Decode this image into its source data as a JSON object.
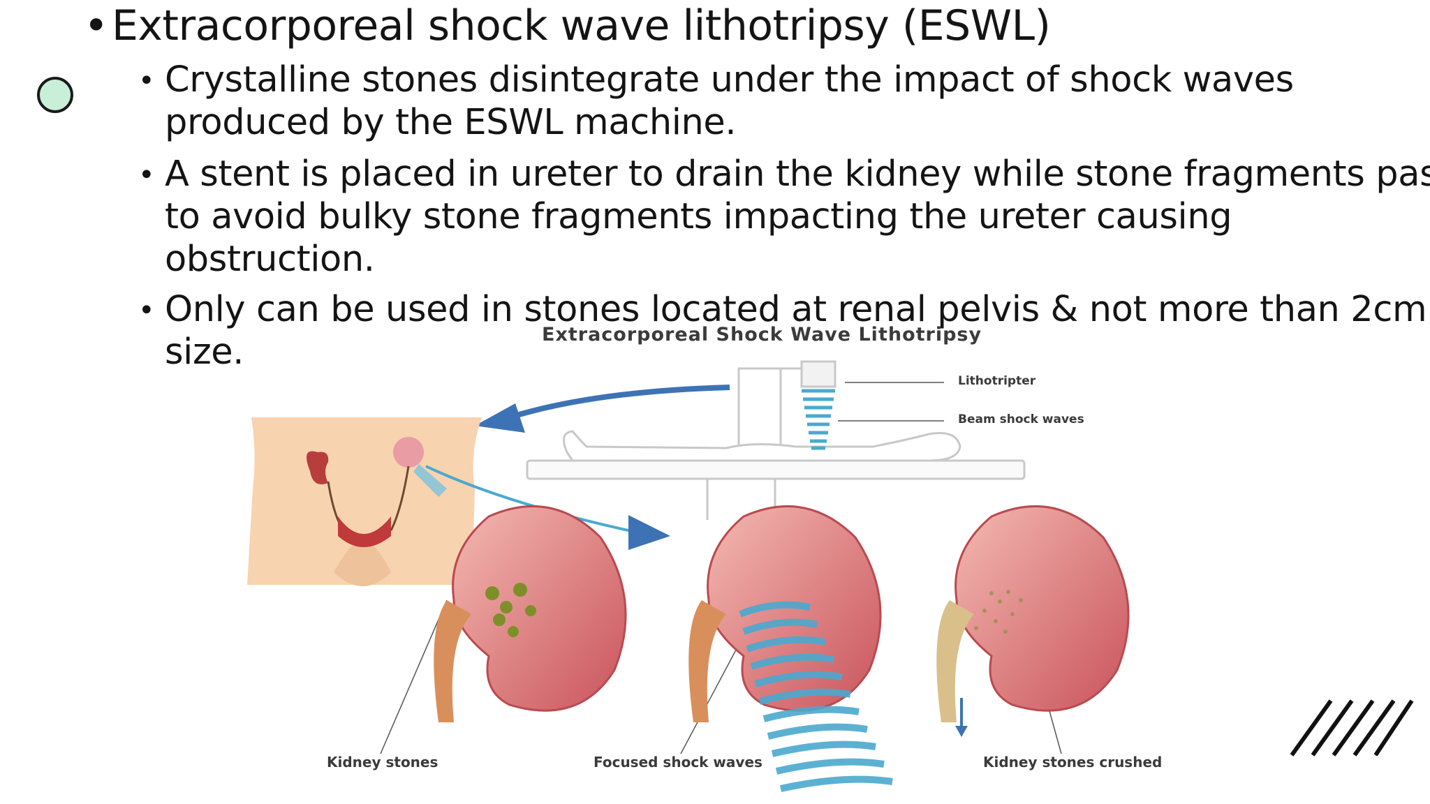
{
  "slide": {
    "heading": "Extracorporeal shock wave lithotripsy (ESWL)",
    "bullet_char": "•",
    "sub_bullets": [
      {
        "lines": [
          "Crystalline stones disintegrate under the impact of shock waves",
          "produced by the ESWL machine."
        ]
      },
      {
        "lines": [
          "A stent is placed in ureter to drain the kidney while stone fragments pas",
          "to avoid bulky stone fragments impacting the ureter causing",
          "obstruction."
        ]
      },
      {
        "lines": [
          "Only can be used in stones located at renal pelvis & not more than 2cm",
          "size."
        ]
      }
    ]
  },
  "illustration": {
    "title": "Extracorporeal Shock Wave Lithotripsy",
    "labels": {
      "lithotripter": "Lithotripter",
      "beam": "Beam shock waves",
      "kidney_stones": "Kidney stones",
      "focused": "Focused shock waves",
      "crushed": "Kidney stones crushed"
    }
  },
  "colors": {
    "circle_fill": "#c9efd8",
    "arrow_blue": "#3d73b4",
    "wave_blue": "#4ba9cf",
    "kidney_outer": "#d8767a",
    "kidney_inner": "#f1c5bd",
    "skin": "#f7d3b0"
  }
}
